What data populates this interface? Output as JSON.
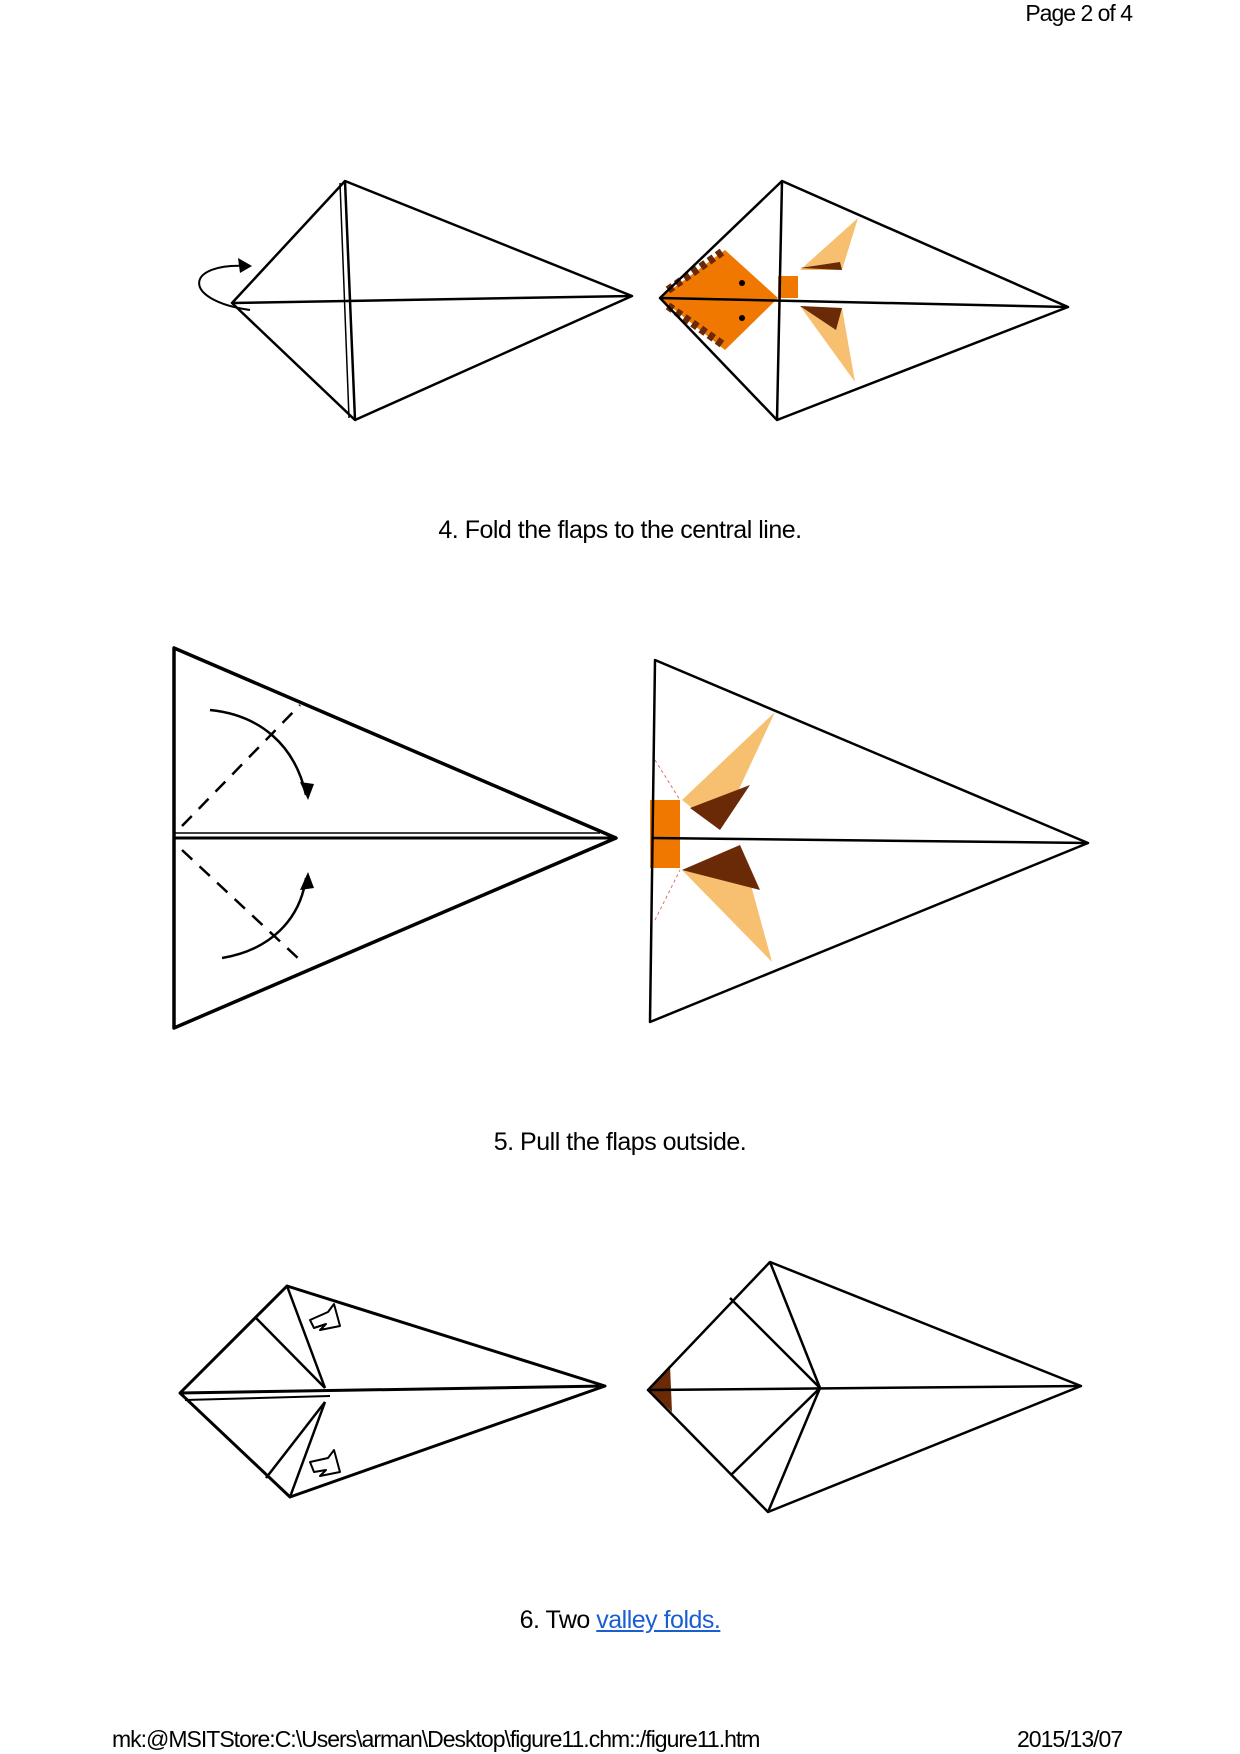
{
  "header": {
    "page_label": "Page 2 of 4"
  },
  "steps": [
    {
      "caption": "4. Fold the flaps to the central line."
    },
    {
      "caption": "5. Pull the flaps outside."
    },
    {
      "caption_prefix": "6. Two ",
      "link_text": "valley folds."
    }
  ],
  "footer": {
    "path": "mk:@MSITStore:C:\\Users\\arman\\Desktop\\figure11.chm::/figure11.htm",
    "date": "2015/13/07"
  },
  "colors": {
    "orange": "#f07800",
    "light_orange": "#f6c070",
    "brown": "#6a2a08",
    "link": "#1a5fd0"
  }
}
